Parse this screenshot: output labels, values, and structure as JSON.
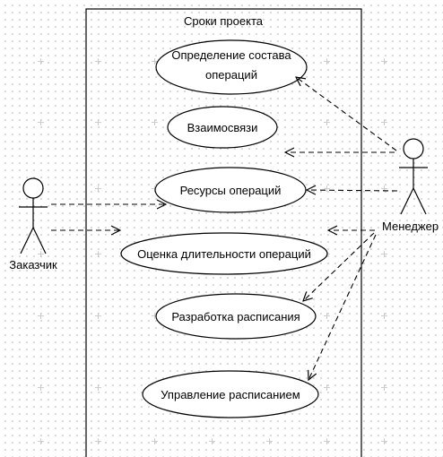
{
  "boundary": {
    "title": "Сроки проекта"
  },
  "use_cases": {
    "uc1_line1": "Определение состава",
    "uc1_line2": "операций",
    "uc2": "Взаимосвязи",
    "uc3": "Ресурсы операций",
    "uc4": "Оценка длительности операций",
    "uc5": "Разработка расписания",
    "uc6": "Управление расписанием"
  },
  "actors": {
    "customer": "Заказчик",
    "manager": "Менеджер"
  },
  "colors": {
    "line": "#000000",
    "grid_dot": "#b9b9b9",
    "grid_plus": "#c8c8c8"
  }
}
